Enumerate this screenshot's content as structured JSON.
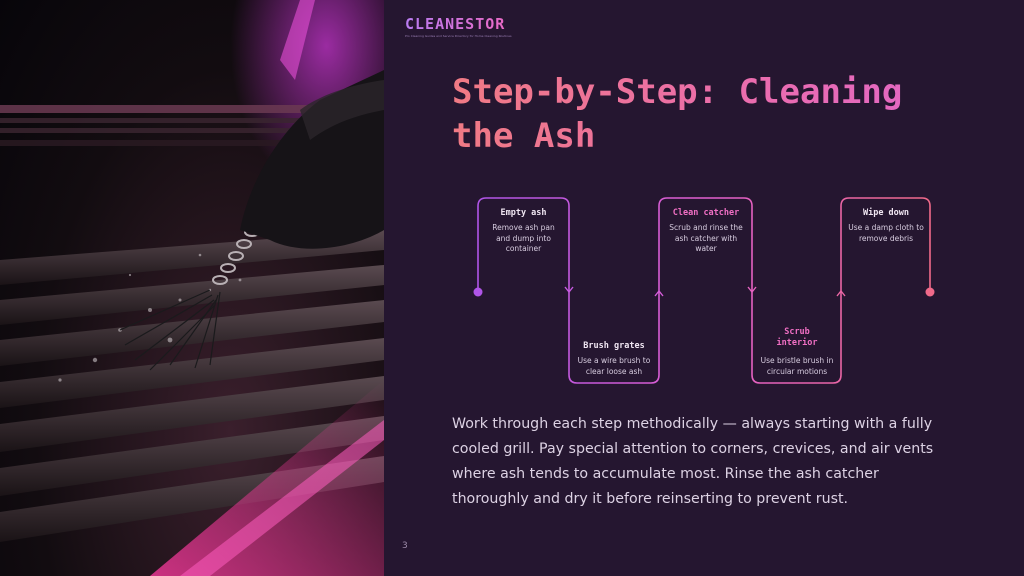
{
  "brand": {
    "logo": "CLEANESTOR",
    "tagline": "Pro Cleaning Guides and Service Directory for Home Cleaning Routines"
  },
  "slide": {
    "title": "Step-by-Step: Cleaning the Ash",
    "body": "Work through each step methodically — always starting with a fully cooled grill. Pay special attention to corners, crevices, and air vents where ash tends to accumulate most. Rinse the ash catcher thoroughly and dry it before reinserting to prevent rust.",
    "page_number": "3"
  },
  "steps": [
    {
      "title": "Empty ash",
      "description": "Remove ash pan and dump into container"
    },
    {
      "title": "Brush grates",
      "description": "Use a wire brush to clear loose ash"
    },
    {
      "title": "Clean catcher",
      "description": "Scrub and rinse the ash catcher with water"
    },
    {
      "title": "Scrub interior",
      "description": "Use bristle brush in circular motions"
    },
    {
      "title": "Wipe down",
      "description": "Use a damp cloth to remove debris"
    }
  ],
  "colors": {
    "background": "#251630",
    "accent_pink": "#ea6cb0",
    "accent_coral": "#f07a84",
    "accent_purple": "#b97cf2"
  }
}
